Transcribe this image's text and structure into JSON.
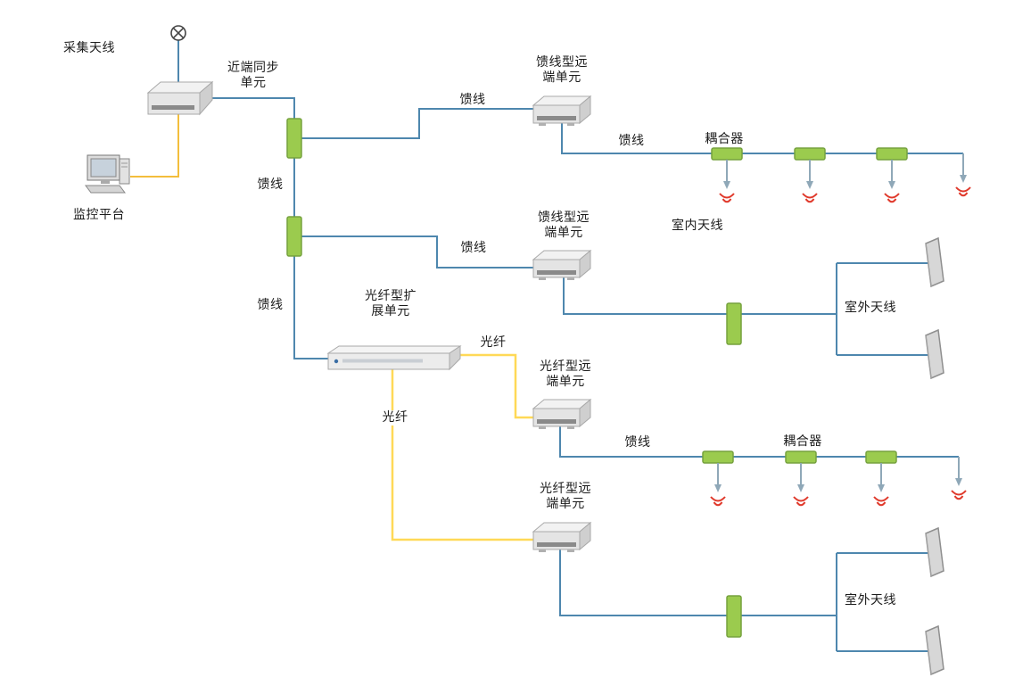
{
  "labels": {
    "collect_antenna": "采集天线",
    "near_end_unit": "近端同步\n单元",
    "monitor_platform": "监控平台",
    "feeder": "馈线",
    "fiber": "光纤",
    "feeder_remote_unit": "馈线型远\n端单元",
    "fiber_remote_unit": "光纤型远\n端单元",
    "fiber_expansion_unit": "光纤型扩\n展单元",
    "coupler": "耦合器",
    "indoor_antenna": "室内天线",
    "outdoor_antenna": "室外天线"
  },
  "colors": {
    "feeder_line": "#4E87AE",
    "fiber_line": "#FFD957",
    "monitor_line": "#F3BE3C",
    "coupler_fill": "#9BCB4E",
    "coupler_stroke": "#76A23F",
    "signal": "#E0392B"
  }
}
